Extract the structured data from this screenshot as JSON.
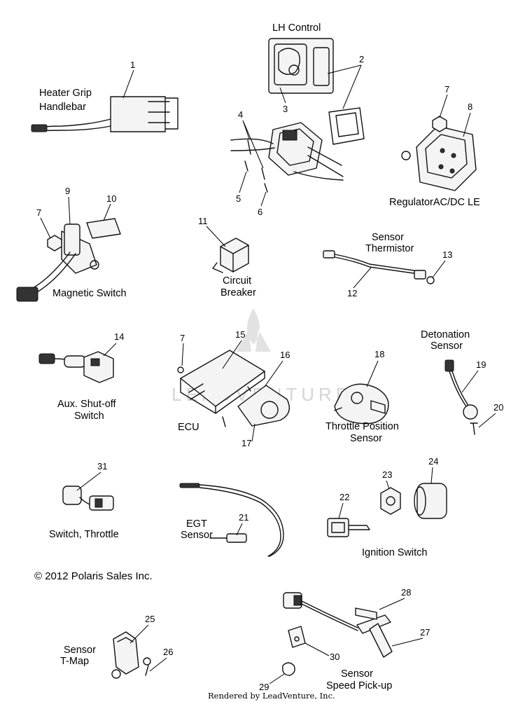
{
  "labels": {
    "lh_control": "LH Control",
    "heater_grip": "Heater Grip",
    "handlebar": "Handlebar",
    "regulator": "RegulatorAC/DC LE",
    "sensor": "Sensor",
    "thermistor": "Thermistor",
    "magnetic_switch": "Magnetic Switch",
    "circuit": "Circuit",
    "breaker": "Breaker",
    "detonation": "Detonation",
    "aux_shutoff": "Aux. Shut-off",
    "switch": "Switch",
    "ecu": "ECU",
    "throttle_position": "Throttle Position",
    "switch_throttle": "Switch, Throttle",
    "egt": "EGT",
    "ignition_switch": "Ignition Switch",
    "t_map": "T-Map",
    "speed_pickup": "Speed Pick-up"
  },
  "callouts": {
    "c1": "1",
    "c2": "2",
    "c3": "3",
    "c4": "4",
    "c5": "5",
    "c6": "6",
    "c7a": "7",
    "c7b": "7",
    "c7c": "7",
    "c8": "8",
    "c9": "9",
    "c10": "10",
    "c11": "11",
    "c12": "12",
    "c13": "13",
    "c14": "14",
    "c15": "15",
    "c16": "16",
    "c17": "17",
    "c18": "18",
    "c19": "19",
    "c20": "20",
    "c21": "21",
    "c22": "22",
    "c23": "23",
    "c24": "24",
    "c25": "25",
    "c26": "26",
    "c27": "27",
    "c28": "28",
    "c29": "29",
    "c30": "30",
    "c31": "31"
  },
  "copyright": "© 2012 Polaris Sales Inc.",
  "rendered_by": "Rendered by LeadVenture, Inc.",
  "watermark": "LEADVENTURE"
}
